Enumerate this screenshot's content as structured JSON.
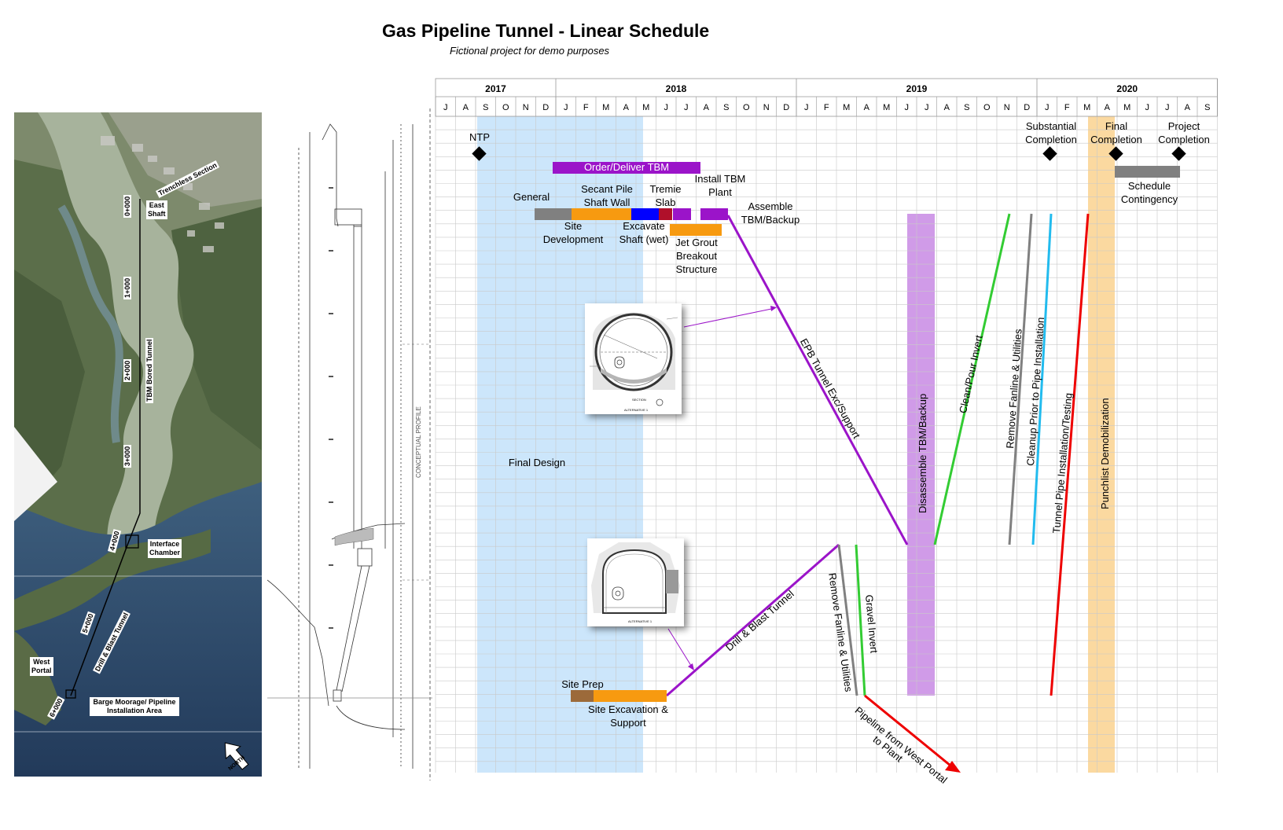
{
  "header": {
    "title": "Gas Pipeline Tunnel - Linear Schedule",
    "subtitle": "Fictional project for demo purposes"
  },
  "timeline": {
    "years": [
      "2017",
      "2018",
      "2019",
      "2020"
    ],
    "months": [
      "J",
      "A",
      "S",
      "O",
      "N",
      "D",
      "J",
      "F",
      "M",
      "A",
      "M",
      "J",
      "J",
      "A",
      "S",
      "O",
      "N",
      "D",
      "J",
      "F",
      "M",
      "A",
      "M",
      "J",
      "J",
      "A",
      "S",
      "O",
      "N",
      "D",
      "J",
      "F",
      "M",
      "A",
      "M",
      "J",
      "J",
      "A",
      "S"
    ]
  },
  "milestones": {
    "ntp": "NTP",
    "substantial": [
      "Substantial",
      "Completion"
    ],
    "final": [
      "Final",
      "Completion"
    ],
    "project": [
      "Project",
      "Completion"
    ]
  },
  "activities": {
    "order_tbm": "Order/Deliver TBM",
    "general": "General",
    "secant": [
      "Secant Pile",
      "Shaft Wall"
    ],
    "tremie": [
      "Tremie",
      "Slab"
    ],
    "install_tbm": [
      "Install TBM",
      "Plant"
    ],
    "assemble": [
      "Assemble",
      "TBM/Backup"
    ],
    "site_dev": [
      "Site",
      "Development"
    ],
    "excavate_shaft": [
      "Excavate",
      "Shaft (wet)"
    ],
    "jet_grout": [
      "Jet Grout",
      "Breakout",
      "Structure"
    ],
    "schedule_contingency": [
      "Schedule",
      "Contingency"
    ],
    "final_design": "Final Design",
    "epb": "EPB Tunnel Exc/Support",
    "disassemble": "Disassemble TBM/Backup",
    "clean_pour": "Clean/Pour Invert",
    "remove_fanline_upper": "Remove Fanline & Utilities",
    "cleanup_pipe": "Cleanup Prior to Pipe Installation",
    "tunnel_pipe": "Tunnel Pipe Installation/Testing",
    "punchlist": "Punchlist Demobilization",
    "drill_blast": "Drill & Blast Tunnel",
    "remove_fanline_lower": "Remove Fanline & Utilities",
    "gravel_invert": "Gravel Invert",
    "pipeline_west": [
      "Pipeline from West Portal",
      "to Plant"
    ],
    "site_prep": "Site Prep",
    "site_excavation": [
      "Site Excavation &",
      "Support"
    ]
  },
  "sections": {
    "upper": {
      "caption": "SECTION",
      "sub": "ALTERNATIVE 1"
    },
    "lower": {
      "caption": "SECTION",
      "sub": "ALTERNATIVE 1"
    }
  },
  "aerial_labels": {
    "trenchless": "Trenchless Section",
    "east_shaft": [
      "East",
      "Shaft"
    ],
    "tbm_tunnel": "TBM Bored Tunnel",
    "interface": [
      "Interface",
      "Chamber"
    ],
    "drill_blast": "Drill & Blast Tunnel",
    "west_portal": [
      "West",
      "Portal"
    ],
    "barge": [
      "Barge Moorage/ Pipeline",
      "Installation Area"
    ],
    "north": "NORTH",
    "chainage": [
      "0+000",
      "1+000",
      "2+000",
      "3+000",
      "4+000",
      "5+000",
      "6+000"
    ]
  },
  "profile_labels": {
    "conceptual": "CONCEPTUAL PROFILE"
  },
  "colors": {
    "purple": "#9b14c9",
    "gray": "#808080",
    "orange": "#f79a10",
    "blue": "#0000ff",
    "darkred": "#b0102a",
    "green": "#33cc33",
    "cyan": "#22bbee",
    "red": "#ee0000",
    "brown": "#9c6a3a",
    "final_design_band": "#cce6fb",
    "disassemble_band": "#d09be8",
    "punchlist_band": "#fbd9a0",
    "grid": "#c9c9c9"
  }
}
